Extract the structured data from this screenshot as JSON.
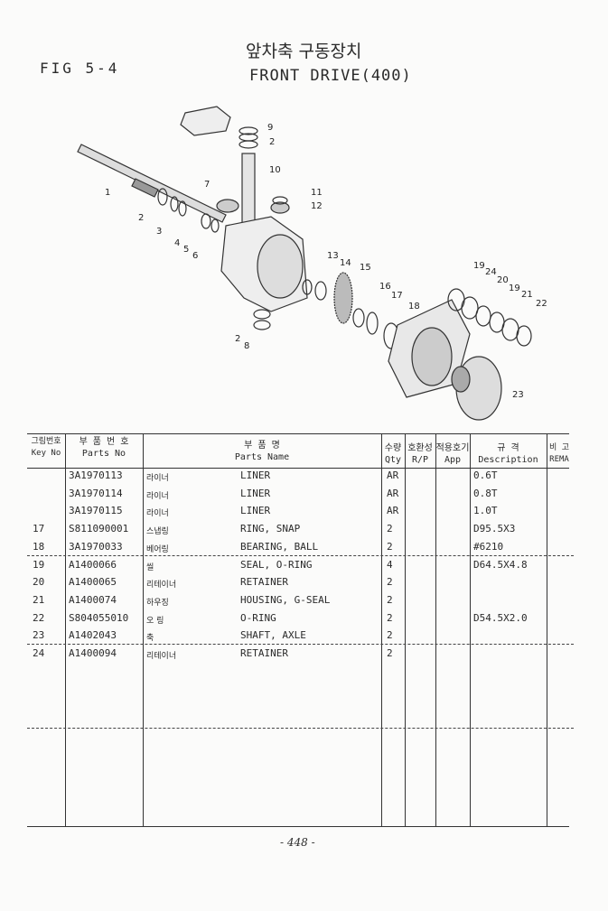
{
  "header": {
    "fig": "FIG 5-4",
    "title_ko": "앞차축 구동장치",
    "title_en": "FRONT DRIVE(400)"
  },
  "diagram": {
    "callouts": [
      "1",
      "2",
      "3",
      "4",
      "5",
      "6",
      "7",
      "8",
      "2",
      "9",
      "2",
      "10",
      "11",
      "12",
      "13",
      "14",
      "15",
      "16",
      "17",
      "18",
      "19",
      "24",
      "20",
      "19",
      "21",
      "22",
      "23"
    ]
  },
  "table": {
    "headers": {
      "key_ko": "그림번호",
      "key_en": "Key No",
      "part_ko": "부 품 번 호",
      "part_en": "Parts No",
      "name_ko": "부  품  명",
      "name_en": "Parts Name",
      "qty_ko": "수량",
      "qty_en": "Qty",
      "rp_ko": "호환성",
      "rp_en": "R/P",
      "app_ko": "적용호기",
      "app_en": "App",
      "desc_ko": "규  격",
      "desc_en": "Description",
      "rema_ko": "비 고",
      "rema_en": "REMA"
    },
    "rows": [
      {
        "key": "",
        "part": "3A1970113",
        "ko": "라이너",
        "name": "LINER",
        "qty": "AR",
        "desc": "0.6T"
      },
      {
        "key": "",
        "part": "3A1970114",
        "ko": "라이너",
        "name": "LINER",
        "qty": "AR",
        "desc": "0.8T"
      },
      {
        "key": "",
        "part": "3A1970115",
        "ko": "라이너",
        "name": "LINER",
        "qty": "AR",
        "desc": "1.0T"
      },
      {
        "key": "17",
        "part": "S811090001",
        "ko": "스냅링",
        "name": "RING, SNAP",
        "qty": "2",
        "desc": "D95.5X3"
      },
      {
        "key": "18",
        "part": "3A1970033",
        "ko": "베어링",
        "name": "BEARING, BALL",
        "qty": "2",
        "desc": "#6210"
      },
      {
        "key": "19",
        "part": "A1400066",
        "ko": "씰",
        "name": "SEAL, O-RING",
        "qty": "4",
        "desc": "D64.5X4.8"
      },
      {
        "key": "20",
        "part": "A1400065",
        "ko": "리테이너",
        "name": "RETAINER",
        "qty": "2",
        "desc": ""
      },
      {
        "key": "21",
        "part": "A1400074",
        "ko": "하우징",
        "name": "HOUSING, G-SEAL",
        "qty": "2",
        "desc": ""
      },
      {
        "key": "22",
        "part": "S804055010",
        "ko": "오 링",
        "name": "O-RING",
        "qty": "2",
        "desc": "D54.5X2.0"
      },
      {
        "key": "23",
        "part": "A1402043",
        "ko": "축",
        "name": "SHAFT, AXLE",
        "qty": "2",
        "desc": ""
      },
      {
        "key": "24",
        "part": "A1400094",
        "ko": "리테이너",
        "name": "RETAINER",
        "qty": "2",
        "desc": ""
      }
    ]
  },
  "footer": {
    "page": "- 448 -"
  }
}
